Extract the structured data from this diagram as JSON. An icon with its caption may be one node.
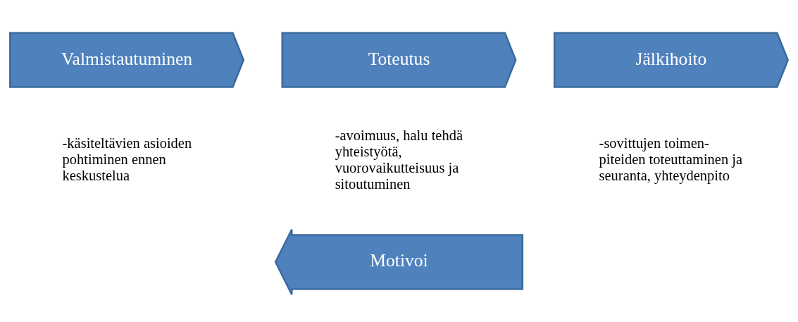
{
  "diagram": {
    "nodes": [
      {
        "text": [
          "Valmistautuminen"
        ],
        "beside": [
          "-käsiteltävien asioiden pohtiminen ennen keskustelua"
        ]
      },
      {
        "text": [
          "Toteutus"
        ],
        "beside": [
          "-avoimuus, halu tehdä yhteistyötä, vuorovaikutteisuus ja sitoutuminen"
        ]
      },
      {
        "text": [
          "Jälkihoito"
        ],
        "beside": [
          "-sovittujen toimen-piteiden toteuttaminen ja seuranta, yhteydenpito"
        ]
      },
      {
        "text": [
          "Motivoi"
        ]
      }
    ]
  }
}
